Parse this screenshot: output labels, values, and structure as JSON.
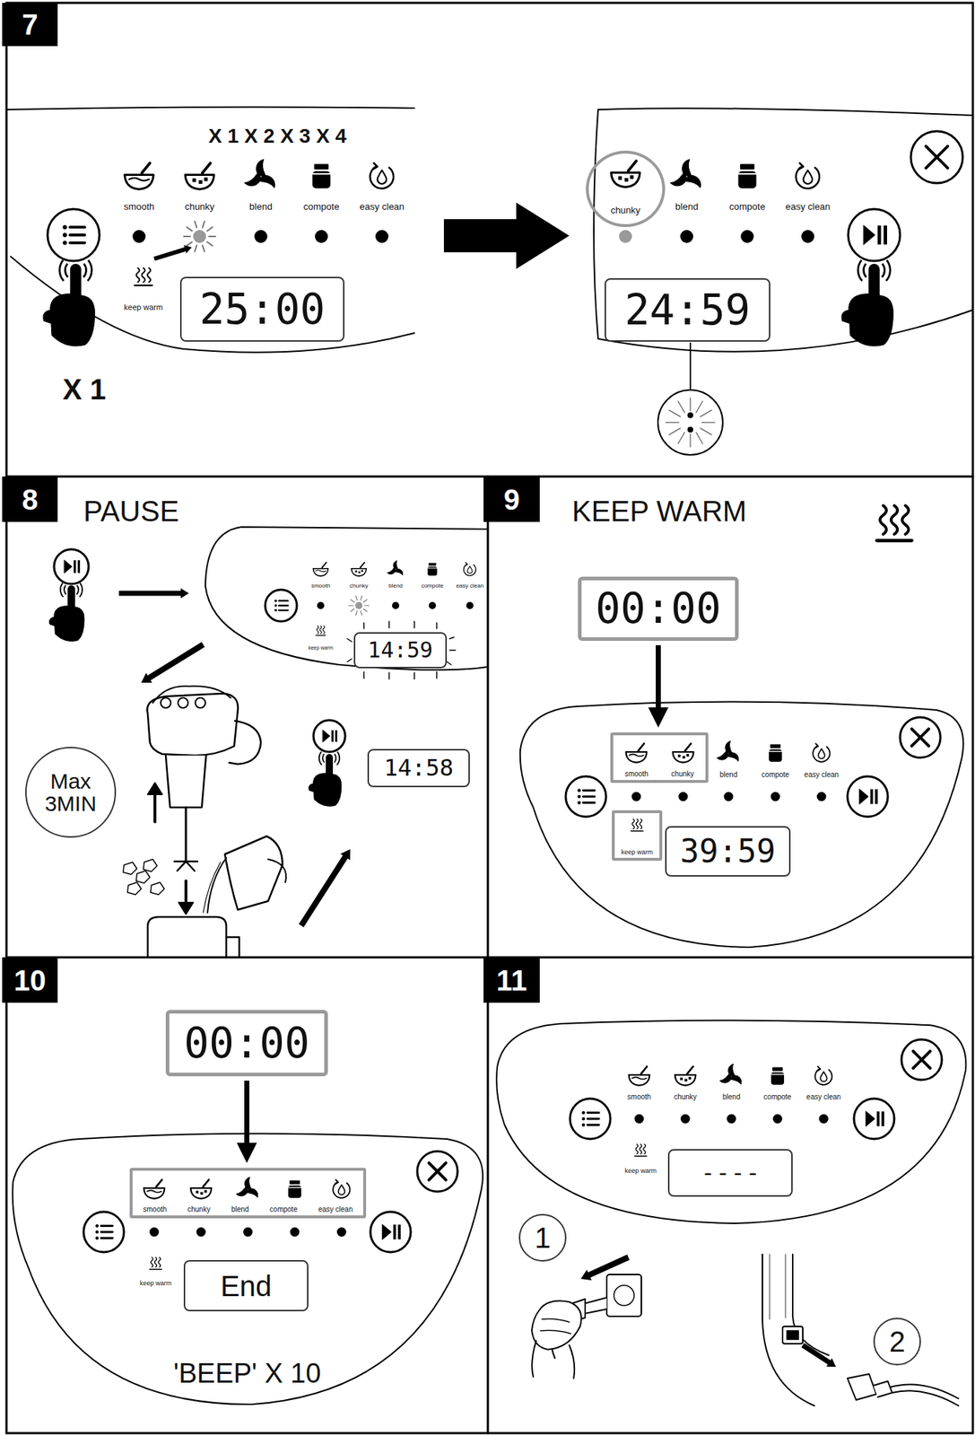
{
  "diagram": {
    "nodes": [
      {
        "text": [
          "7"
        ]
      },
      {
        "text": [
          "25:00"
        ]
      },
      {
        "text": [
          "chunky"
        ]
      },
      {
        "text": [
          "24:59"
        ]
      },
      {
        "text": [
          "8"
        ]
      },
      {
        "text": [
          "14:59"
        ]
      },
      {
        "text": [
          "Max 3MIN"
        ]
      },
      {
        "text": [
          "14:58"
        ]
      },
      {
        "text": [
          "9"
        ]
      },
      {
        "text": [
          "00:00"
        ]
      },
      {
        "text": [
          "smooth",
          "chunky"
        ]
      },
      {
        "text": [
          "keep warm"
        ]
      },
      {
        "text": [
          "39:59"
        ]
      },
      {
        "text": [
          "10"
        ]
      },
      {
        "text": [
          "00:00"
        ]
      },
      {
        "text": [
          "smooth",
          "chunky",
          "blend",
          "compote",
          "easy clean"
        ]
      },
      {
        "text": [
          "End"
        ]
      },
      {
        "text": [
          "11"
        ]
      },
      {
        "text": [
          "- - - -"
        ]
      },
      {
        "text": [
          "1"
        ]
      },
      {
        "text": [
          "2"
        ]
      }
    ],
    "edges": [
      {
        "from": 9,
        "to": 10,
        "arrow": "to"
      },
      {
        "from": 14,
        "to": 15,
        "arrow": "to"
      }
    ],
    "labels": [
      "X 1 X 2 X 3 X 4",
      "smooth",
      "chunky",
      "blend",
      "compote",
      "easy clean",
      "keep warm",
      "X 1",
      "blend",
      "compote",
      "easy clean",
      "PAUSE",
      "smooth",
      "chunky",
      "blend",
      "compote",
      "easy clean",
      "keep warm",
      "KEEP WARM",
      "blend",
      "compote",
      "easy clean",
      "keep warm",
      "'BEEP' X 10",
      "smooth",
      "chunky",
      "blend",
      "compote",
      "easy clean",
      "keep warm"
    ]
  }
}
